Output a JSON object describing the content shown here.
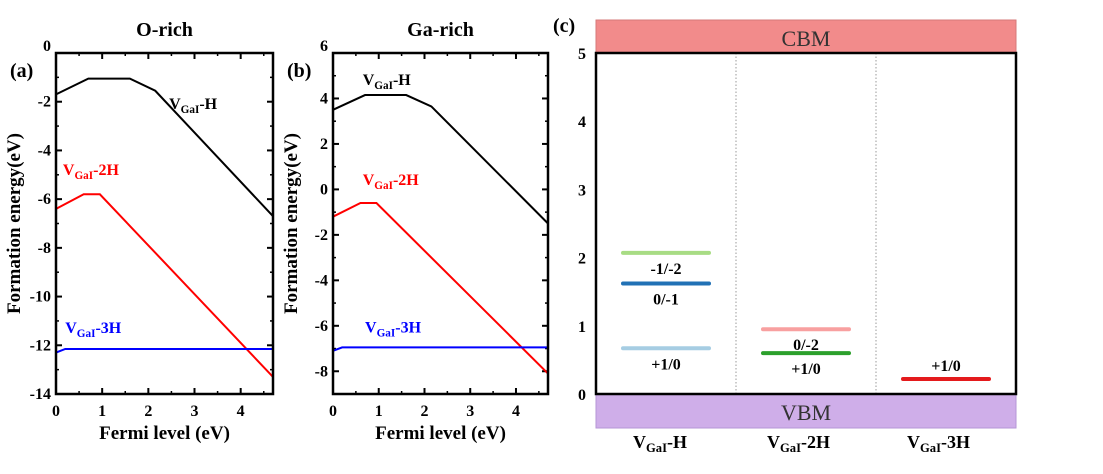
{
  "chart_data": [
    {
      "type": "line",
      "panel_label": "(a)",
      "title": "O-rich",
      "xlabel": "Fermi level (eV)",
      "ylabel": "Formation energy(eV)",
      "xlim": [
        0,
        4.7
      ],
      "ylim": [
        -14,
        0
      ],
      "xticks": [
        "0",
        "1",
        "2",
        "3",
        "4"
      ],
      "yticks": [
        "0",
        "-2",
        "-4",
        "-6",
        "-8",
        "-10",
        "-12",
        "-14"
      ],
      "series": [
        {
          "name": "VGaI-H",
          "label_main": "V",
          "label_sub": "GaI",
          "label_suffix": "-H",
          "color": "#000000",
          "x": [
            0,
            0.7,
            1.6,
            2.15,
            4.7
          ],
          "y": [
            -1.7,
            -1.05,
            -1.05,
            -1.55,
            -6.7
          ]
        },
        {
          "name": "VGaI-2H",
          "label_main": "V",
          "label_sub": "GaI",
          "label_suffix": "-2H",
          "color": "#ff0000",
          "x": [
            0,
            0.6,
            0.95,
            4.7
          ],
          "y": [
            -6.4,
            -5.8,
            -5.8,
            -13.3
          ]
        },
        {
          "name": "VGaI-3H",
          "label_main": "V",
          "label_sub": "GaI",
          "label_suffix": "-3H",
          "color": "#0000ff",
          "x": [
            0,
            0.2,
            4.7
          ],
          "y": [
            -12.3,
            -12.15,
            -12.15
          ]
        }
      ]
    },
    {
      "type": "line",
      "panel_label": "(b)",
      "title": "Ga-rich",
      "xlabel": "Fermi level (eV)",
      "ylabel": "Formation energy(eV)",
      "xlim": [
        0,
        4.7
      ],
      "ylim": [
        -9,
        6
      ],
      "xticks": [
        "0",
        "1",
        "2",
        "3",
        "4"
      ],
      "yticks": [
        "6",
        "4",
        "2",
        "0",
        "-2",
        "-4",
        "-6",
        "-8"
      ],
      "series": [
        {
          "name": "VGaI-H",
          "label_main": "V",
          "label_sub": "GaI",
          "label_suffix": "-H",
          "color": "#000000",
          "x": [
            0,
            0.7,
            1.6,
            2.15,
            4.7
          ],
          "y": [
            3.5,
            4.15,
            4.15,
            3.65,
            -1.5
          ]
        },
        {
          "name": "VGaI-2H",
          "label_main": "V",
          "label_sub": "GaI",
          "label_suffix": "-2H",
          "color": "#ff0000",
          "x": [
            0,
            0.6,
            0.95,
            4.7
          ],
          "y": [
            -1.2,
            -0.6,
            -0.6,
            -8.1
          ]
        },
        {
          "name": "VGaI-3H",
          "label_main": "V",
          "label_sub": "GaI",
          "label_suffix": "-3H",
          "color": "#0000ff",
          "x": [
            0,
            0.2,
            4.7
          ],
          "y": [
            -7.1,
            -6.95,
            -6.95
          ]
        }
      ]
    },
    {
      "type": "bar",
      "subtype": "transition-levels",
      "panel_label": "(c)",
      "ylim": [
        0,
        5
      ],
      "yticks": [
        "0",
        "1",
        "2",
        "3",
        "4",
        "5"
      ],
      "cbm_label": "CBM",
      "vbm_label": "VBM",
      "cbm_color": "#f28b8b",
      "vbm_color": "#cfaee9",
      "categories": [
        {
          "main": "V",
          "sub": "GaI",
          "suffix": "-H"
        },
        {
          "main": "V",
          "sub": "GaI",
          "suffix": "-2H"
        },
        {
          "main": "V",
          "sub": "GaI",
          "suffix": "-3H"
        }
      ],
      "levels": [
        {
          "category": 0,
          "label": "-1/-2",
          "value": 2.07,
          "color": "#a8dc84",
          "label_pos": "below"
        },
        {
          "category": 0,
          "label": "0/-1",
          "value": 1.62,
          "color": "#2171b5",
          "label_pos": "below"
        },
        {
          "category": 0,
          "label": "+1/0",
          "value": 0.67,
          "color": "#a6cde3",
          "label_pos": "below"
        },
        {
          "category": 1,
          "label": "0/-2",
          "value": 0.95,
          "color": "#f8a0a0",
          "label_pos": "below"
        },
        {
          "category": 1,
          "label": "+1/0",
          "value": 0.6,
          "color": "#2ca02c",
          "label_pos": "below"
        },
        {
          "category": 2,
          "label": "+1/0",
          "value": 0.22,
          "color": "#e41a1c",
          "label_pos": "above"
        }
      ]
    }
  ]
}
